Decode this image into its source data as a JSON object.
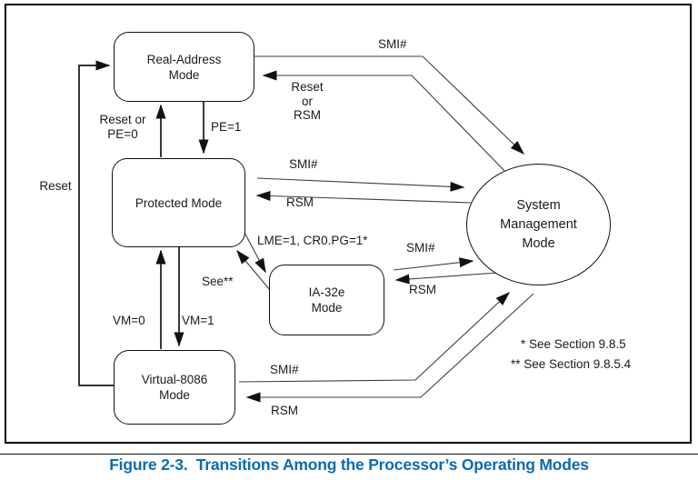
{
  "figure": {
    "caption": "Figure 2-3.  Transitions Among the Processor’s Operating Modes",
    "caption_color": "#0b6bb2",
    "line_color": "#161616"
  },
  "nodes": {
    "real_address": {
      "line1": "Real-Address",
      "line2": "Mode"
    },
    "protected": {
      "label": "Protected Mode"
    },
    "ia32e": {
      "line1": "IA-32e",
      "line2": "Mode"
    },
    "virtual_8086": {
      "line1": "Virtual-8086",
      "line2": "Mode"
    },
    "smm": {
      "line1": "System",
      "line2": "Management",
      "line3": "Mode"
    }
  },
  "edges": {
    "reset_left": "Reset",
    "reset_or_pe0_line1": "Reset or",
    "reset_or_pe0_line2": "PE=0",
    "pe1": "PE=1",
    "vm0": "VM=0",
    "vm1": "VM=1",
    "lme": "LME=1, CR0.PG=1*",
    "see": "See**",
    "ra_smi": "SMI#",
    "ra_return_line1": "Reset",
    "ra_return_line2": "or",
    "ra_return_line3": "RSM",
    "pm_smi": "SMI#",
    "pm_rsm": "RSM",
    "ia_smi": "SMI#",
    "ia_rsm": "RSM",
    "v86_smi": "SMI#",
    "v86_rsm": "RSM"
  },
  "notes": {
    "note1": "* See Section 9.8.5",
    "note2": "** See Section 9.8.5.4"
  }
}
